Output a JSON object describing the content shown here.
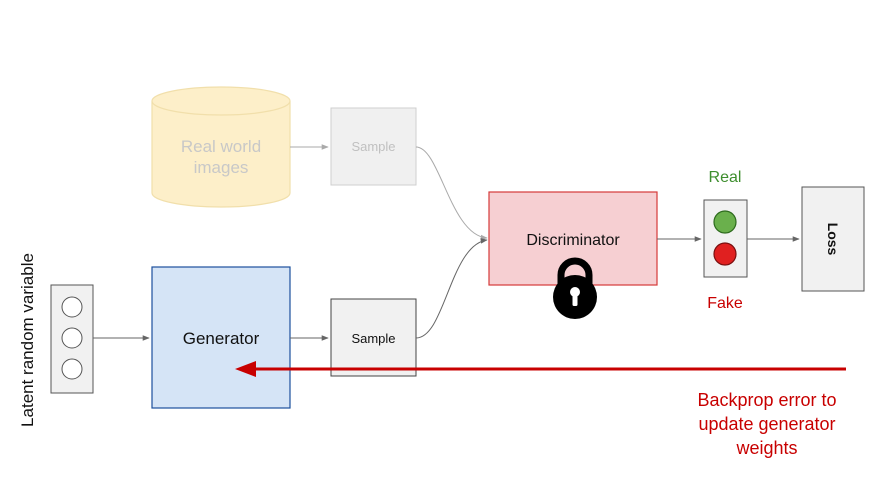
{
  "diagram": {
    "real_images": {
      "line1": "Real world",
      "line2": "images",
      "fill": "#fdefc9",
      "stroke": "#f1dfab",
      "text_color": "#c8c8c8"
    },
    "sample_top": {
      "label": "Sample",
      "fill": "#f0f0f0",
      "stroke": "#cfcfcf",
      "text_color": "#c0c0c0"
    },
    "latent_label": "Latent random variable",
    "generator": {
      "label": "Generator",
      "fill": "#d5e4f6",
      "stroke": "#1c4f9c"
    },
    "sample_bottom": {
      "label": "Sample",
      "fill": "#f1f1f1",
      "stroke": "#444444"
    },
    "discriminator": {
      "label": "Discriminator",
      "fill": "#f6cfd2",
      "stroke": "#d63a3a"
    },
    "lock_icon": "lock-icon",
    "real_label": "Real",
    "fake_label": "Fake",
    "real_color": "#3e8e2e",
    "fake_color": "#c80000",
    "loss_label": "Loss",
    "backprop": {
      "line1": "Backprop error to",
      "line2": "update generator",
      "line3": "weights",
      "color": "#c80000"
    }
  }
}
